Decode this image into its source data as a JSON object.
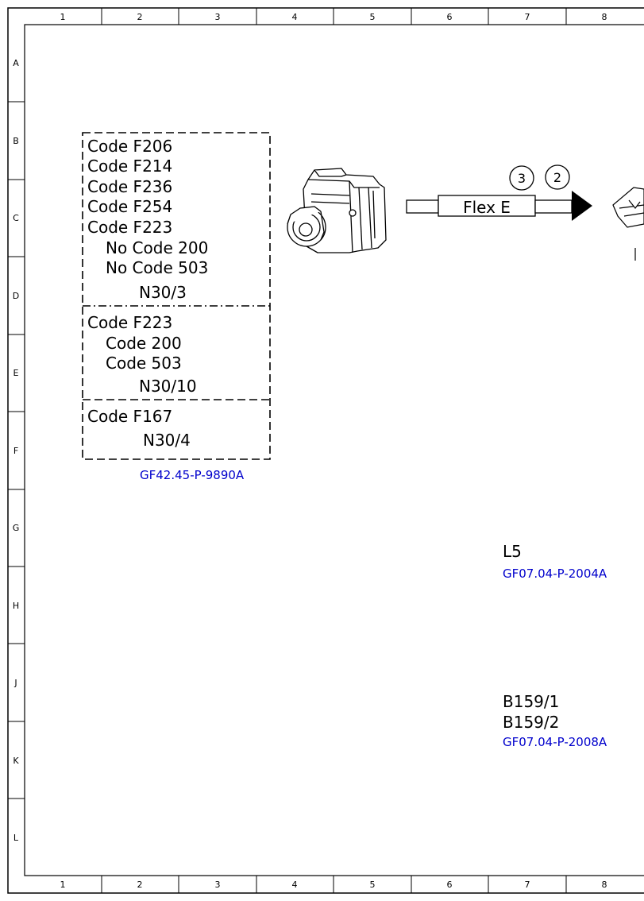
{
  "grid": {
    "columns": [
      "1",
      "2",
      "3",
      "4",
      "5",
      "6",
      "7",
      "8"
    ],
    "rows": [
      "A",
      "B",
      "C",
      "D",
      "E",
      "F",
      "G",
      "H",
      "J",
      "K",
      "L"
    ]
  },
  "box": {
    "group1": {
      "codes": [
        "Code F206",
        "Code F214",
        "Code F236",
        "Code F254",
        "Code F223",
        "No Code 200",
        "No Code 503"
      ],
      "component": "N30/3"
    },
    "group2": {
      "codes": [
        "Code F223",
        "Code 200",
        "Code 503"
      ],
      "component": "N30/10"
    },
    "group3": {
      "codes": [
        "Code F167"
      ],
      "component": "N30/4"
    },
    "reference": "GF42.45-P-9890A"
  },
  "connector": {
    "label": "Flex E",
    "markers": [
      "3",
      "2"
    ]
  },
  "l5": {
    "label": "L5",
    "reference": "GF07.04-P-2004A"
  },
  "b159": {
    "labels": [
      "B159/1",
      "B159/2"
    ],
    "reference": "GF07.04-P-2008A"
  },
  "icons": {
    "component_image": "abs-control-unit-icon",
    "partial_right": "component-partial-icon"
  },
  "colors": {
    "reference_link": "#0000cc",
    "line": "#000000"
  }
}
